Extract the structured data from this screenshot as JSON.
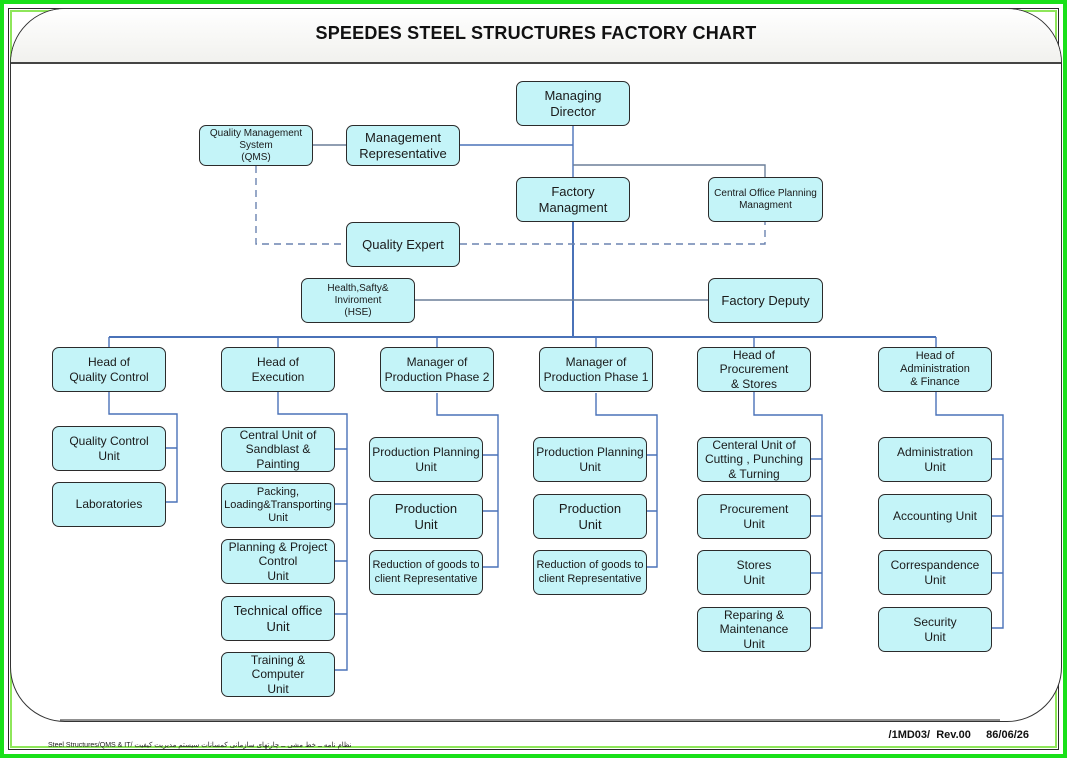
{
  "title": "SPEEDES STEEL STRUCTURES FACTORY CHART",
  "footer": {
    "left": "Steel Structures/QMS & IT/ نظام نامه ــ خط مشی ــ چارتهای سازمانی کمسانات سیستم مدیریت کیفیت",
    "doc_code": "/1MD03/",
    "revision": "Rev.00",
    "date": "86/06/26"
  },
  "colors": {
    "box_fill": "#c4f4f8",
    "line": "#4a72b8",
    "border_outer": "#19e019"
  },
  "nodes": {
    "md": "Managing\nDirector",
    "qms": "Quality Management\nSystem\n(QMS)",
    "mr": "Management\nRepresentative",
    "fm": "Factory\nManagment",
    "copm": "Central Office Planning\nManagment",
    "qe": "Quality Expert",
    "hse": "Health,Safty& Inviroment\n(HSE)",
    "fd": "Factory Deputy",
    "hqc": "Head of\nQuality Control",
    "hex": "Head of\nExecution",
    "mpp2": "Manager of\nProduction Phase 2",
    "mpp1": "Manager of\nProduction Phase 1",
    "hps": "Head of\nProcurement\n& Stores",
    "haf": "Head of\nAdministration\n& Finance",
    "qcu": "Quality Control\nUnit",
    "lab": "Laboratories",
    "cusp": "Central Unit of\nSandblast & Painting",
    "pltu": "Packing,\nLoading&Transporting\nUnit",
    "ppcu": "Planning & Project\nControl\nUnit",
    "tou": "Technical office\nUnit",
    "tcu": "Training & Computer\nUnit",
    "ppu2": "Production Planning\nUnit",
    "pu2": "Production\nUnit",
    "rgc2": "Reduction of goods to\nclient Representative",
    "ppu1": "Production Planning\nUnit",
    "pu1": "Production\nUnit",
    "rgc1": "Reduction of goods to\nclient Representative",
    "cucpt": "Centeral Unit of\nCutting , Punching\n& Turning",
    "procu": "Procurement\nUnit",
    "stu": "Stores\nUnit",
    "rmu": "Reparing &\nMaintenance\nUnit",
    "admu": "Administration\nUnit",
    "accu": "Accounting Unit",
    "coru": "Correspandence\nUnit",
    "secu": "Security\nUnit"
  }
}
